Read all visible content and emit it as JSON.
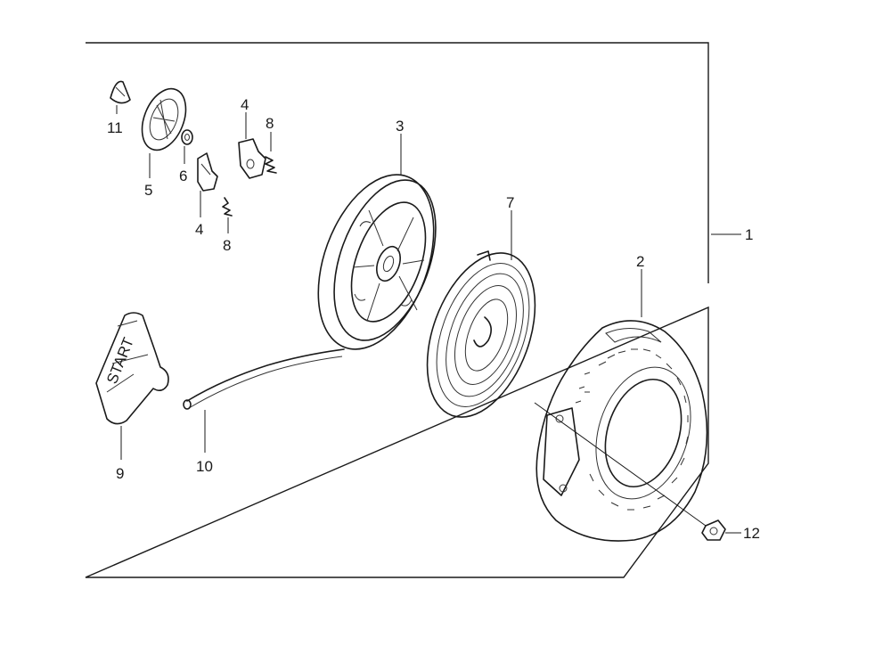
{
  "callouts": {
    "c1": "1",
    "c2": "2",
    "c3": "3",
    "c4a": "4",
    "c4b": "4",
    "c5": "5",
    "c6": "6",
    "c7": "7",
    "c8a": "8",
    "c8b": "8",
    "c9": "9",
    "c10": "10",
    "c11": "11",
    "c12": "12"
  },
  "handle_text": "START"
}
